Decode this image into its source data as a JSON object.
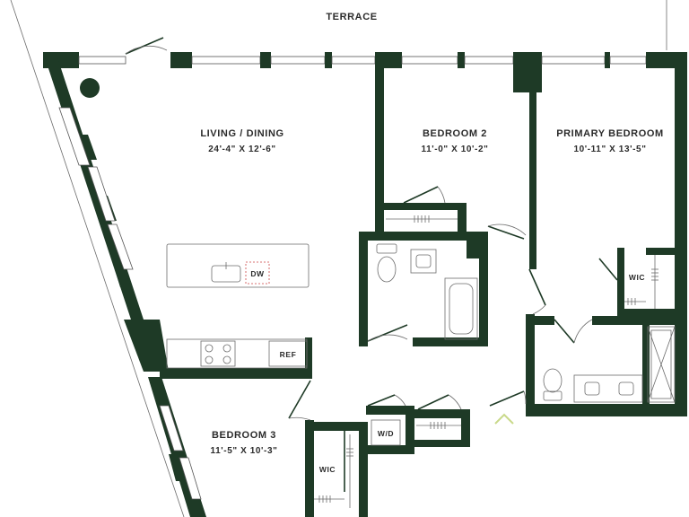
{
  "colors": {
    "wall": "#1e3a26",
    "fixture": "#555555",
    "text": "#2b2b2b"
  },
  "exterior": {
    "terrace_label": "TERRACE"
  },
  "rooms": {
    "living_dining": {
      "name": "LIVING / DINING",
      "dims": "24'-4\" X 12'-6\""
    },
    "bedroom_2": {
      "name": "BEDROOM 2",
      "dims": "11'-0\" X 10'-2\""
    },
    "primary_bedroom": {
      "name": "PRIMARY BEDROOM",
      "dims": "10'-11\" X 13'-5\""
    },
    "bedroom_3": {
      "name": "BEDROOM 3",
      "dims": "11'-5\" X 10'-3\""
    }
  },
  "fixtures": {
    "dishwasher": "DW",
    "refrigerator": "REF",
    "washer_dryer": "W/D",
    "wic_primary": "WIC",
    "wic_bedroom3": "WIC"
  },
  "icons": [
    "column-icon",
    "sink-icon",
    "range-icon",
    "toilet-icon",
    "bathtub-icon",
    "shower-icon",
    "entry-arrow-icon"
  ]
}
